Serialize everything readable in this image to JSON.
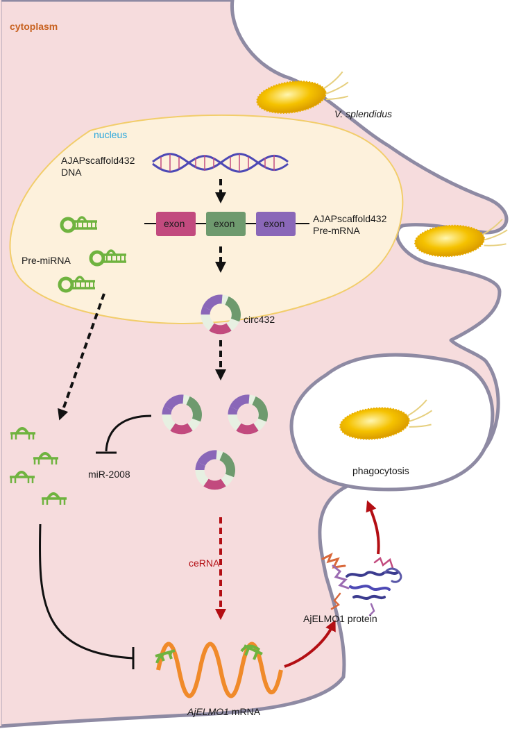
{
  "labels": {
    "cytoplasm": "cytoplasm",
    "nucleus": "nucleus",
    "dna_line1": "AJAPscaffold432",
    "dna_line2": "DNA",
    "premrna_line1": "AJAPscaffold432",
    "premrna_line2": "Pre-mRNA",
    "exon1": "exon",
    "exon2": "exon",
    "exon3": "exon",
    "pre_mirna": "Pre-miRNA",
    "circ432": "circ432",
    "mir2008": "miR-2008",
    "cerna": "ceRNA",
    "mrna_gene": "AjELMO1",
    "mrna_suffix": " mRNA",
    "protein": "AjELMO1 protein",
    "phagocytosis": "phagocytosis",
    "bacterium": "V. splendidus"
  },
  "colors": {
    "cell_fill": "#f6dcdd",
    "cell_edge": "#8e8aa3",
    "nucleus_fill": "#fdf1dc",
    "nucleus_edge": "#f2cd6a",
    "cytoplasm_text": "#c8611f",
    "nucleus_text": "#2aa6dc",
    "exon1": "#c24a7e",
    "exon2": "#6e9a6e",
    "exon3": "#8a67b8",
    "mirna_green": "#6fb33f",
    "mrna_orange": "#f08a2a",
    "red_arrow": "#b30e13",
    "dna_blue": "#4d49b5",
    "bacteria_yellow": "#f5c200"
  }
}
